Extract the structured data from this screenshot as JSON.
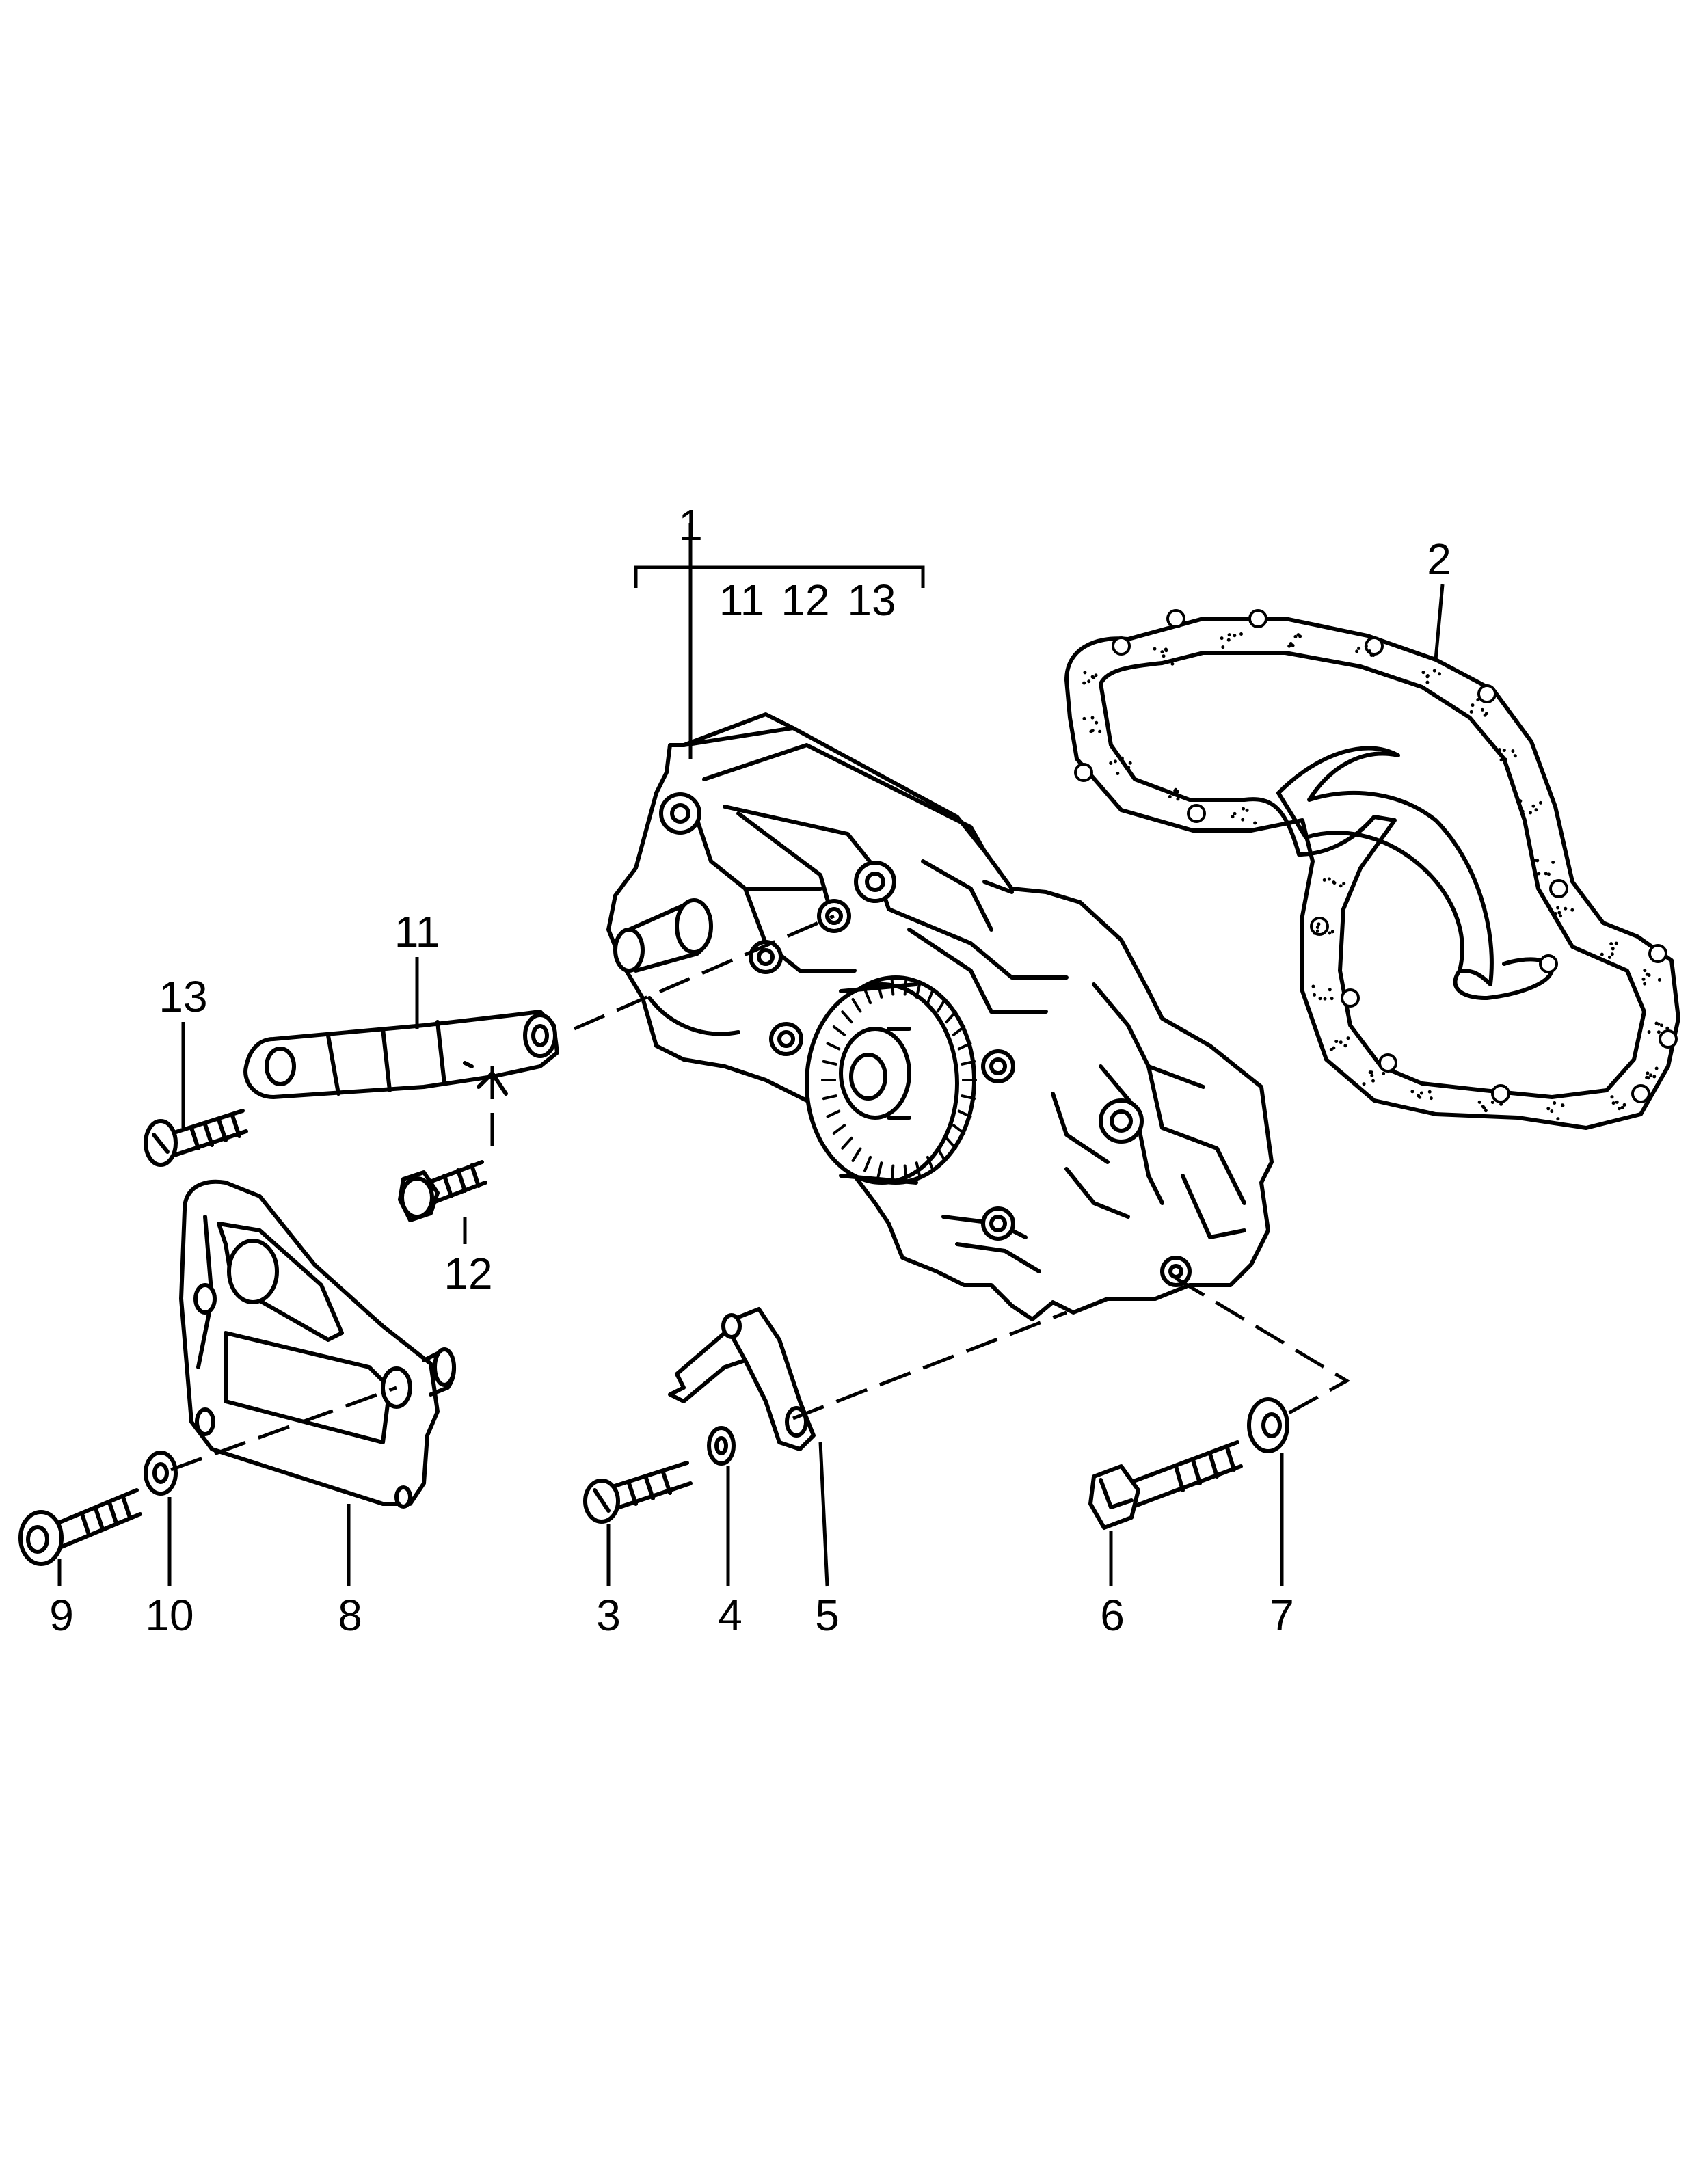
{
  "diagram": {
    "callouts": [
      {
        "id": "1",
        "label": "1"
      },
      {
        "id": "2",
        "label": "2"
      },
      {
        "id": "3",
        "label": "3"
      },
      {
        "id": "4",
        "label": "4"
      },
      {
        "id": "5",
        "label": "5"
      },
      {
        "id": "6",
        "label": "6"
      },
      {
        "id": "7",
        "label": "7"
      },
      {
        "id": "8",
        "label": "8"
      },
      {
        "id": "9",
        "label": "9"
      },
      {
        "id": "10",
        "label": "10"
      },
      {
        "id": "11",
        "label": "11"
      },
      {
        "id": "12",
        "label": "12"
      },
      {
        "id": "13",
        "label": "13"
      }
    ],
    "group_bracket": {
      "parent": "1",
      "members": [
        "11",
        "12",
        "13"
      ]
    },
    "parts": [
      {
        "id": "1",
        "name": "water-pump-housing"
      },
      {
        "id": "2",
        "name": "gasket"
      },
      {
        "id": "3",
        "name": "slotted-screw"
      },
      {
        "id": "4",
        "name": "lock-washer"
      },
      {
        "id": "5",
        "name": "bracket-clip"
      },
      {
        "id": "6",
        "name": "hex-bolt"
      },
      {
        "id": "7",
        "name": "washer"
      },
      {
        "id": "8",
        "name": "mounting-plate"
      },
      {
        "id": "9",
        "name": "socket-head-bolt"
      },
      {
        "id": "10",
        "name": "washer"
      },
      {
        "id": "11",
        "name": "tensioner-arm"
      },
      {
        "id": "12",
        "name": "flange-bolt"
      },
      {
        "id": "13",
        "name": "screw"
      }
    ]
  }
}
